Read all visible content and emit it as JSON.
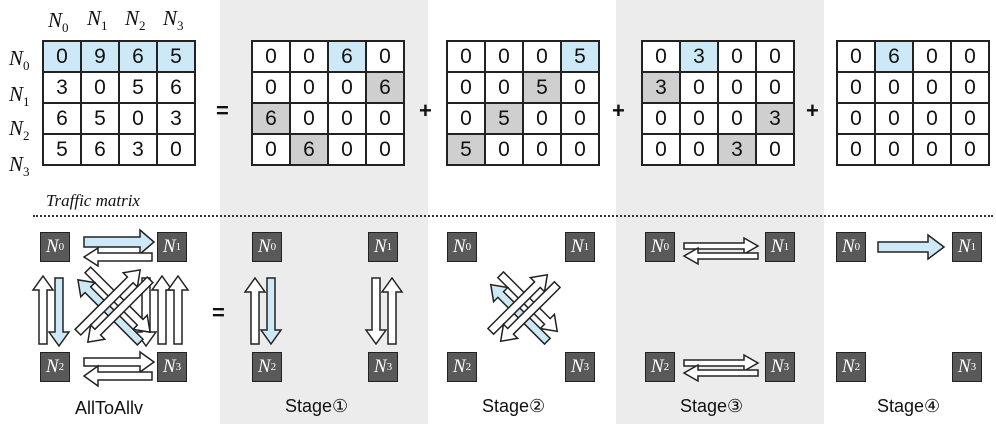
{
  "colors": {
    "highlight_blue": "#cde8f6",
    "diagonal_gray": "#cfcfcf",
    "node_fill": "#595959",
    "stage_bg": "#ececec"
  },
  "labels": {
    "col": [
      "N0",
      "N1",
      "N2",
      "N3"
    ],
    "row": [
      "N0",
      "N1",
      "N2",
      "N3"
    ],
    "nodes": [
      "N0",
      "N1",
      "N2",
      "N3"
    ]
  },
  "traffic_matrix": {
    "caption": "Traffic matrix",
    "rows": [
      [
        "0",
        "9",
        "6",
        "5"
      ],
      [
        "3",
        "0",
        "5",
        "6"
      ],
      [
        "6",
        "5",
        "0",
        "3"
      ],
      [
        "5",
        "6",
        "3",
        "0"
      ]
    ]
  },
  "stages": [
    {
      "caption": "Stage①",
      "rows": [
        [
          "0",
          "0",
          "6",
          "0"
        ],
        [
          "0",
          "0",
          "0",
          "6"
        ],
        [
          "6",
          "0",
          "0",
          "0"
        ],
        [
          "0",
          "6",
          "0",
          "0"
        ]
      ]
    },
    {
      "caption": "Stage②",
      "rows": [
        [
          "0",
          "0",
          "0",
          "5"
        ],
        [
          "0",
          "0",
          "5",
          "0"
        ],
        [
          "0",
          "5",
          "0",
          "0"
        ],
        [
          "5",
          "0",
          "0",
          "0"
        ]
      ]
    },
    {
      "caption": "Stage③",
      "rows": [
        [
          "0",
          "3",
          "0",
          "0"
        ],
        [
          "3",
          "0",
          "0",
          "0"
        ],
        [
          "0",
          "0",
          "0",
          "3"
        ],
        [
          "0",
          "0",
          "3",
          "0"
        ]
      ]
    },
    {
      "caption": "Stage④",
      "rows": [
        [
          "0",
          "6",
          "0",
          "0"
        ],
        [
          "0",
          "0",
          "0",
          "0"
        ],
        [
          "0",
          "0",
          "0",
          "0"
        ],
        [
          "0",
          "0",
          "0",
          "0"
        ]
      ]
    }
  ],
  "operators": {
    "equals": "=",
    "plus": "+"
  },
  "alltoall_caption": "AllToAllv"
}
